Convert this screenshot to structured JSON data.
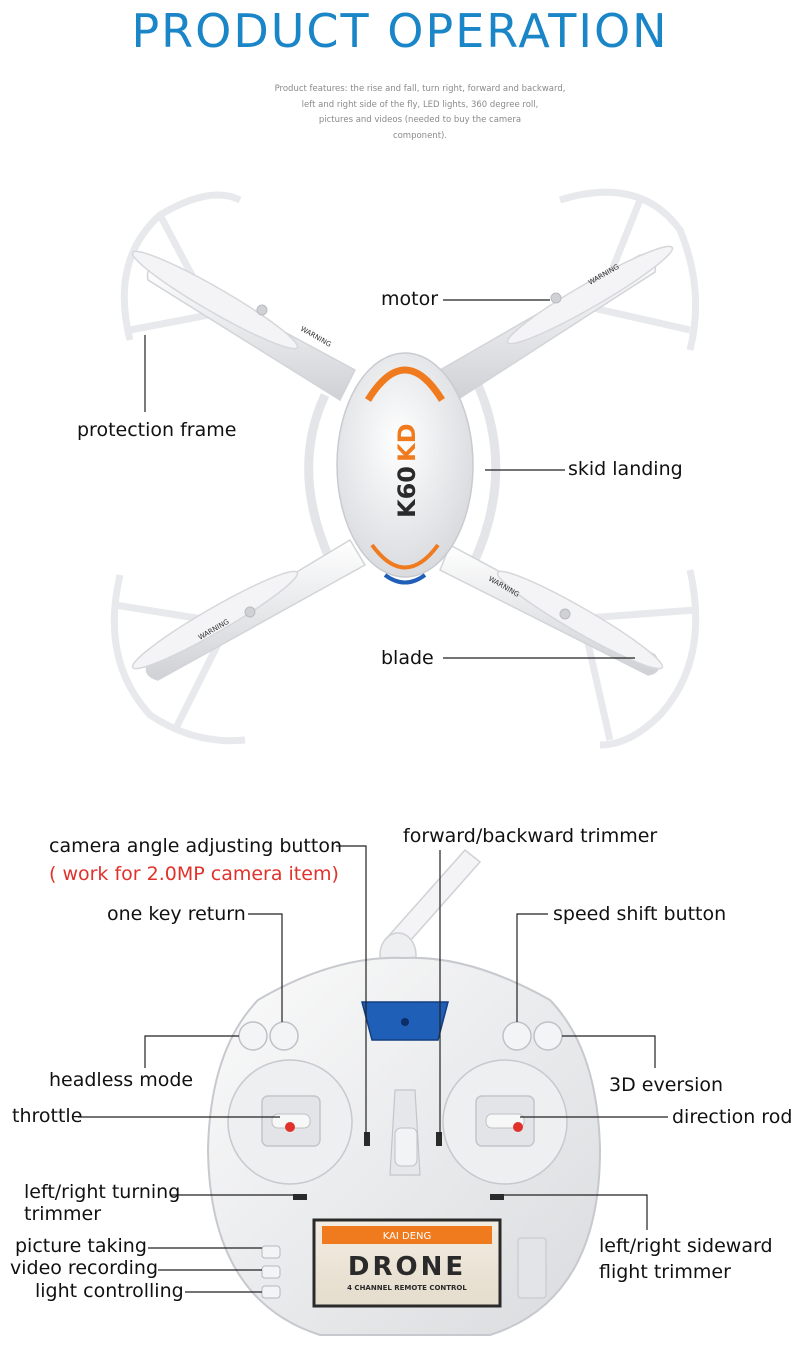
{
  "title": "PRODUCT OPERATION",
  "features_lines": [
    "Product features: the rise and fall, turn right, forward and backward,",
    "left and right side of the fly, LED lights, 360 degree roll,",
    "pictures and videos (needed to buy the camera",
    "component)."
  ],
  "drone": {
    "brand_logo": "KD",
    "model_text": "K60",
    "warning_text": "WARNING",
    "labels": {
      "motor": "motor",
      "protection_frame": "protection frame",
      "skid_landing": "skid landing",
      "blade": "blade"
    }
  },
  "remote": {
    "panel_brand": "KAI DENG",
    "panel_title": "DRONE",
    "panel_subtitle": "4 CHANNEL REMOTE CONTROL",
    "labels": {
      "camera_angle": "camera angle adjusting button",
      "camera_note": "( work for 2.0MP camera item)",
      "forward_backward": "forward/backward trimmer",
      "one_key_return": "one key return",
      "speed_shift": "speed shift button",
      "headless_mode": "headless mode",
      "eversion_3d": "3D eversion",
      "throttle": "throttle",
      "direction_rod": "direction rod",
      "lr_turning_1": "left/right turning",
      "lr_turning_2": "trimmer",
      "lr_sideward_1": "left/right sideward",
      "lr_sideward_2": "flight trimmer",
      "picture_taking": "picture taking",
      "video_recording": "video recording",
      "light_controlling": "light controlling"
    }
  },
  "colors": {
    "title": "#1a86c8",
    "note_red": "#e0322a",
    "drone_orange": "#f07a1e",
    "window_blue": "#1f5fb8"
  }
}
